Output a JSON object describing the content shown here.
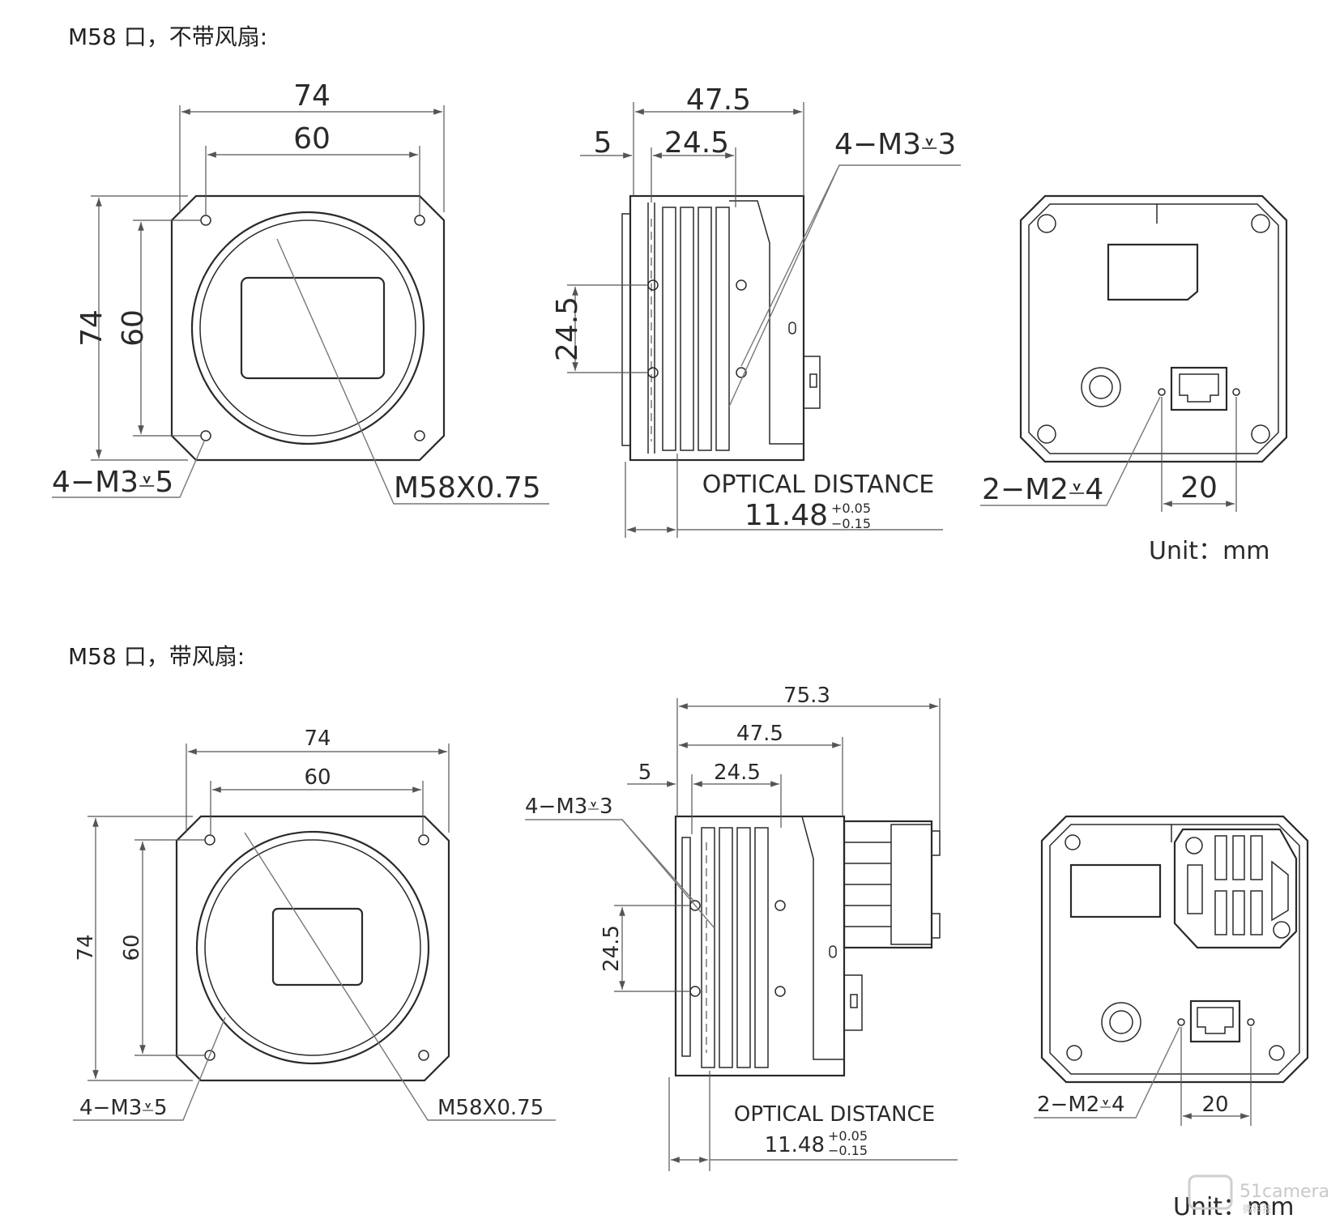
{
  "sections": [
    {
      "heading": "M58 口，不带风扇:",
      "front": {
        "width_outer": "74",
        "width_inner": "60",
        "height_outer": "74",
        "height_inner": "60",
        "hole_callout": "4−M3⩡5",
        "mount_callout": "M58X0.75"
      },
      "side": {
        "length": "47.5",
        "flange": "5",
        "rib_span": "24.5",
        "hole_spacing": "24.5",
        "hole_callout": "4−M3⩡3",
        "optical_label": "OPTICAL DISTANCE",
        "optical_value": "11.48",
        "tol_plus": "+0.05",
        "tol_minus": "−0.15"
      },
      "back": {
        "hole_callout": "2−M2⩡4",
        "hole_spacing": "20"
      },
      "unit": "Unit：mm"
    },
    {
      "heading": "M58 口，带风扇:",
      "front": {
        "width_outer": "74",
        "width_inner": "60",
        "height_outer": "74",
        "height_inner": "60",
        "hole_callout": "4−M3⩡5",
        "mount_callout": "M58X0.75"
      },
      "side": {
        "total_length": "75.3",
        "length": "47.5",
        "flange": "5",
        "rib_span": "24.5",
        "hole_spacing": "24.5",
        "hole_callout": "4−M3⩡3",
        "optical_label": "OPTICAL DISTANCE",
        "optical_value": "11.48",
        "tol_plus": "+0.05",
        "tol_minus": "−0.15"
      },
      "back": {
        "hole_callout": "2−M2⩡4",
        "hole_spacing": "20"
      },
      "unit": "Unit：mm"
    }
  ],
  "watermark": {
    "brand": "51camera",
    "sub": "微科技"
  }
}
